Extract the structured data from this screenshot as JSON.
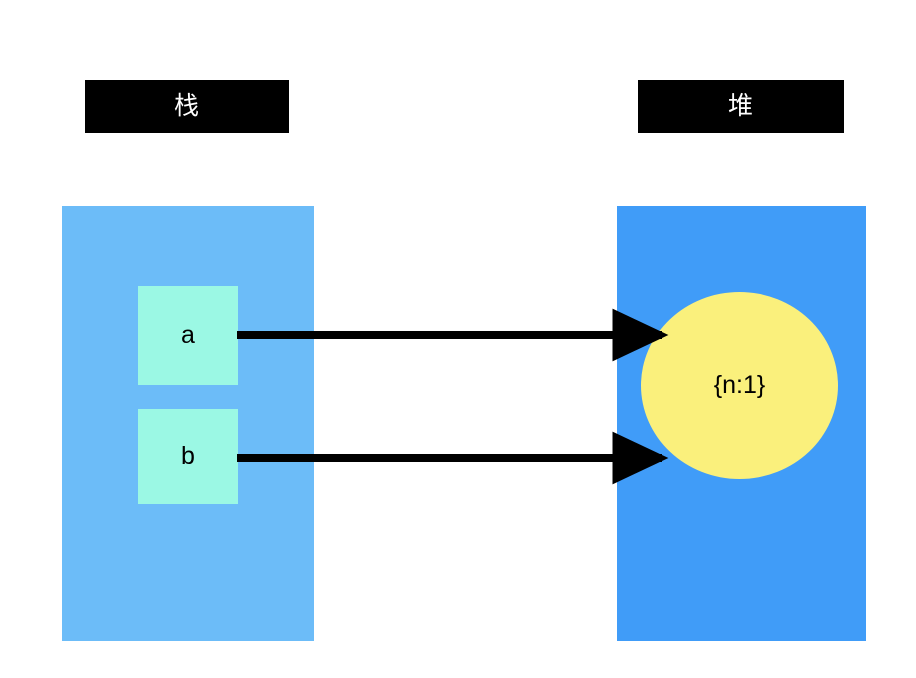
{
  "diagram": {
    "title_left": "栈",
    "title_right": "堆",
    "background_color": "#ffffff"
  },
  "banners": {
    "stack": {
      "label": "栈",
      "background_color": "#000000",
      "text_color": "#ffffff"
    },
    "heap": {
      "label": "堆",
      "background_color": "#000000",
      "text_color": "#ffffff"
    }
  },
  "stack_panel": {
    "color": "#6cbcf8",
    "cells": [
      {
        "label": "a",
        "color": "#9bf8e4"
      },
      {
        "label": "b",
        "color": "#9bf8e4"
      }
    ]
  },
  "heap_panel": {
    "color": "#409cf8",
    "object": {
      "label": "{n:1}",
      "color": "#faf07c",
      "shape": "circle"
    }
  },
  "arrows": [
    {
      "from": "a",
      "to": "{n:1}",
      "color": "#000000",
      "style": "solid-arrow"
    },
    {
      "from": "b",
      "to": "{n:1}",
      "color": "#000000",
      "style": "solid-arrow"
    }
  ]
}
